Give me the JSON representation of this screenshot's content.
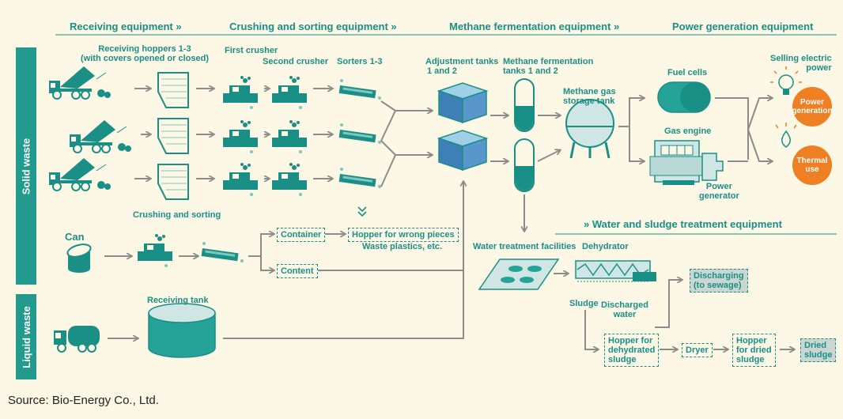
{
  "headers": {
    "receiving": "Receiving equipment",
    "crushing": "Crushing and sorting equipment",
    "methane": "Methane fermentation equipment",
    "power": "Power generation equipment",
    "water": "Water and sludge treatment equipment",
    "arrows": "»"
  },
  "side_labels": {
    "solid": "Solid waste",
    "liquid": "Liquid waste"
  },
  "labels": {
    "hoppers_line1": "Receiving hoppers 1-3",
    "hoppers_line2": "(with covers opened or closed)",
    "first_crusher": "First crusher",
    "second_crusher": "Second crusher",
    "sorters": "Sorters 1-3",
    "adjust_line1": "Adjustment tanks",
    "adjust_line2": "1 and 2",
    "ferm_line1": "Methane fermentation",
    "ferm_line2": "tanks 1 and 2",
    "storage_line1": "Methane gas",
    "storage_line2": "storage tank",
    "fuel_cells": "Fuel cells",
    "gas_engine": "Gas engine",
    "generator_line1": "Power",
    "generator_line2": "generator",
    "selling_line1": "Selling electric",
    "selling_line2": "power",
    "power_gen_line1": "Power",
    "power_gen_line2": "generation",
    "thermal_line1": "Thermal",
    "thermal_line2": "use",
    "crushing_sorting": "Crushing and sorting",
    "can": "Can",
    "waste_plastics": "Waste plastics, etc.",
    "water_facilities": "Water treatment facilities",
    "dehydrator": "Dehydrator",
    "sludge": "Sludge",
    "discharged_line1": "Discharged",
    "discharged_line2": "water",
    "receiving_tank": "Receiving tank"
  },
  "boxes": {
    "container": "Container",
    "hopper_wrong": "Hopper for wrong pieces",
    "content": "Content",
    "discharging_line1": "Discharging",
    "discharging_line2": "(to sewage)",
    "hopper_dehyd_line1": "Hopper for",
    "hopper_dehyd_line2": "dehydrated",
    "hopper_dehyd_line3": "sludge",
    "dryer": "Dryer",
    "hopper_dried_line1": "Hopper",
    "hopper_dried_line2": "for dried",
    "hopper_dried_line3": "sludge",
    "dried_line1": "Dried",
    "dried_line2": "sludge"
  },
  "source": "Source: Bio-Energy Co., Ltd.",
  "colors": {
    "teal": "#1a8f86",
    "band": "#229a8e",
    "orange": "#ef7f23",
    "arrow": "#8c8c8c",
    "background": "#fdf7e6"
  }
}
